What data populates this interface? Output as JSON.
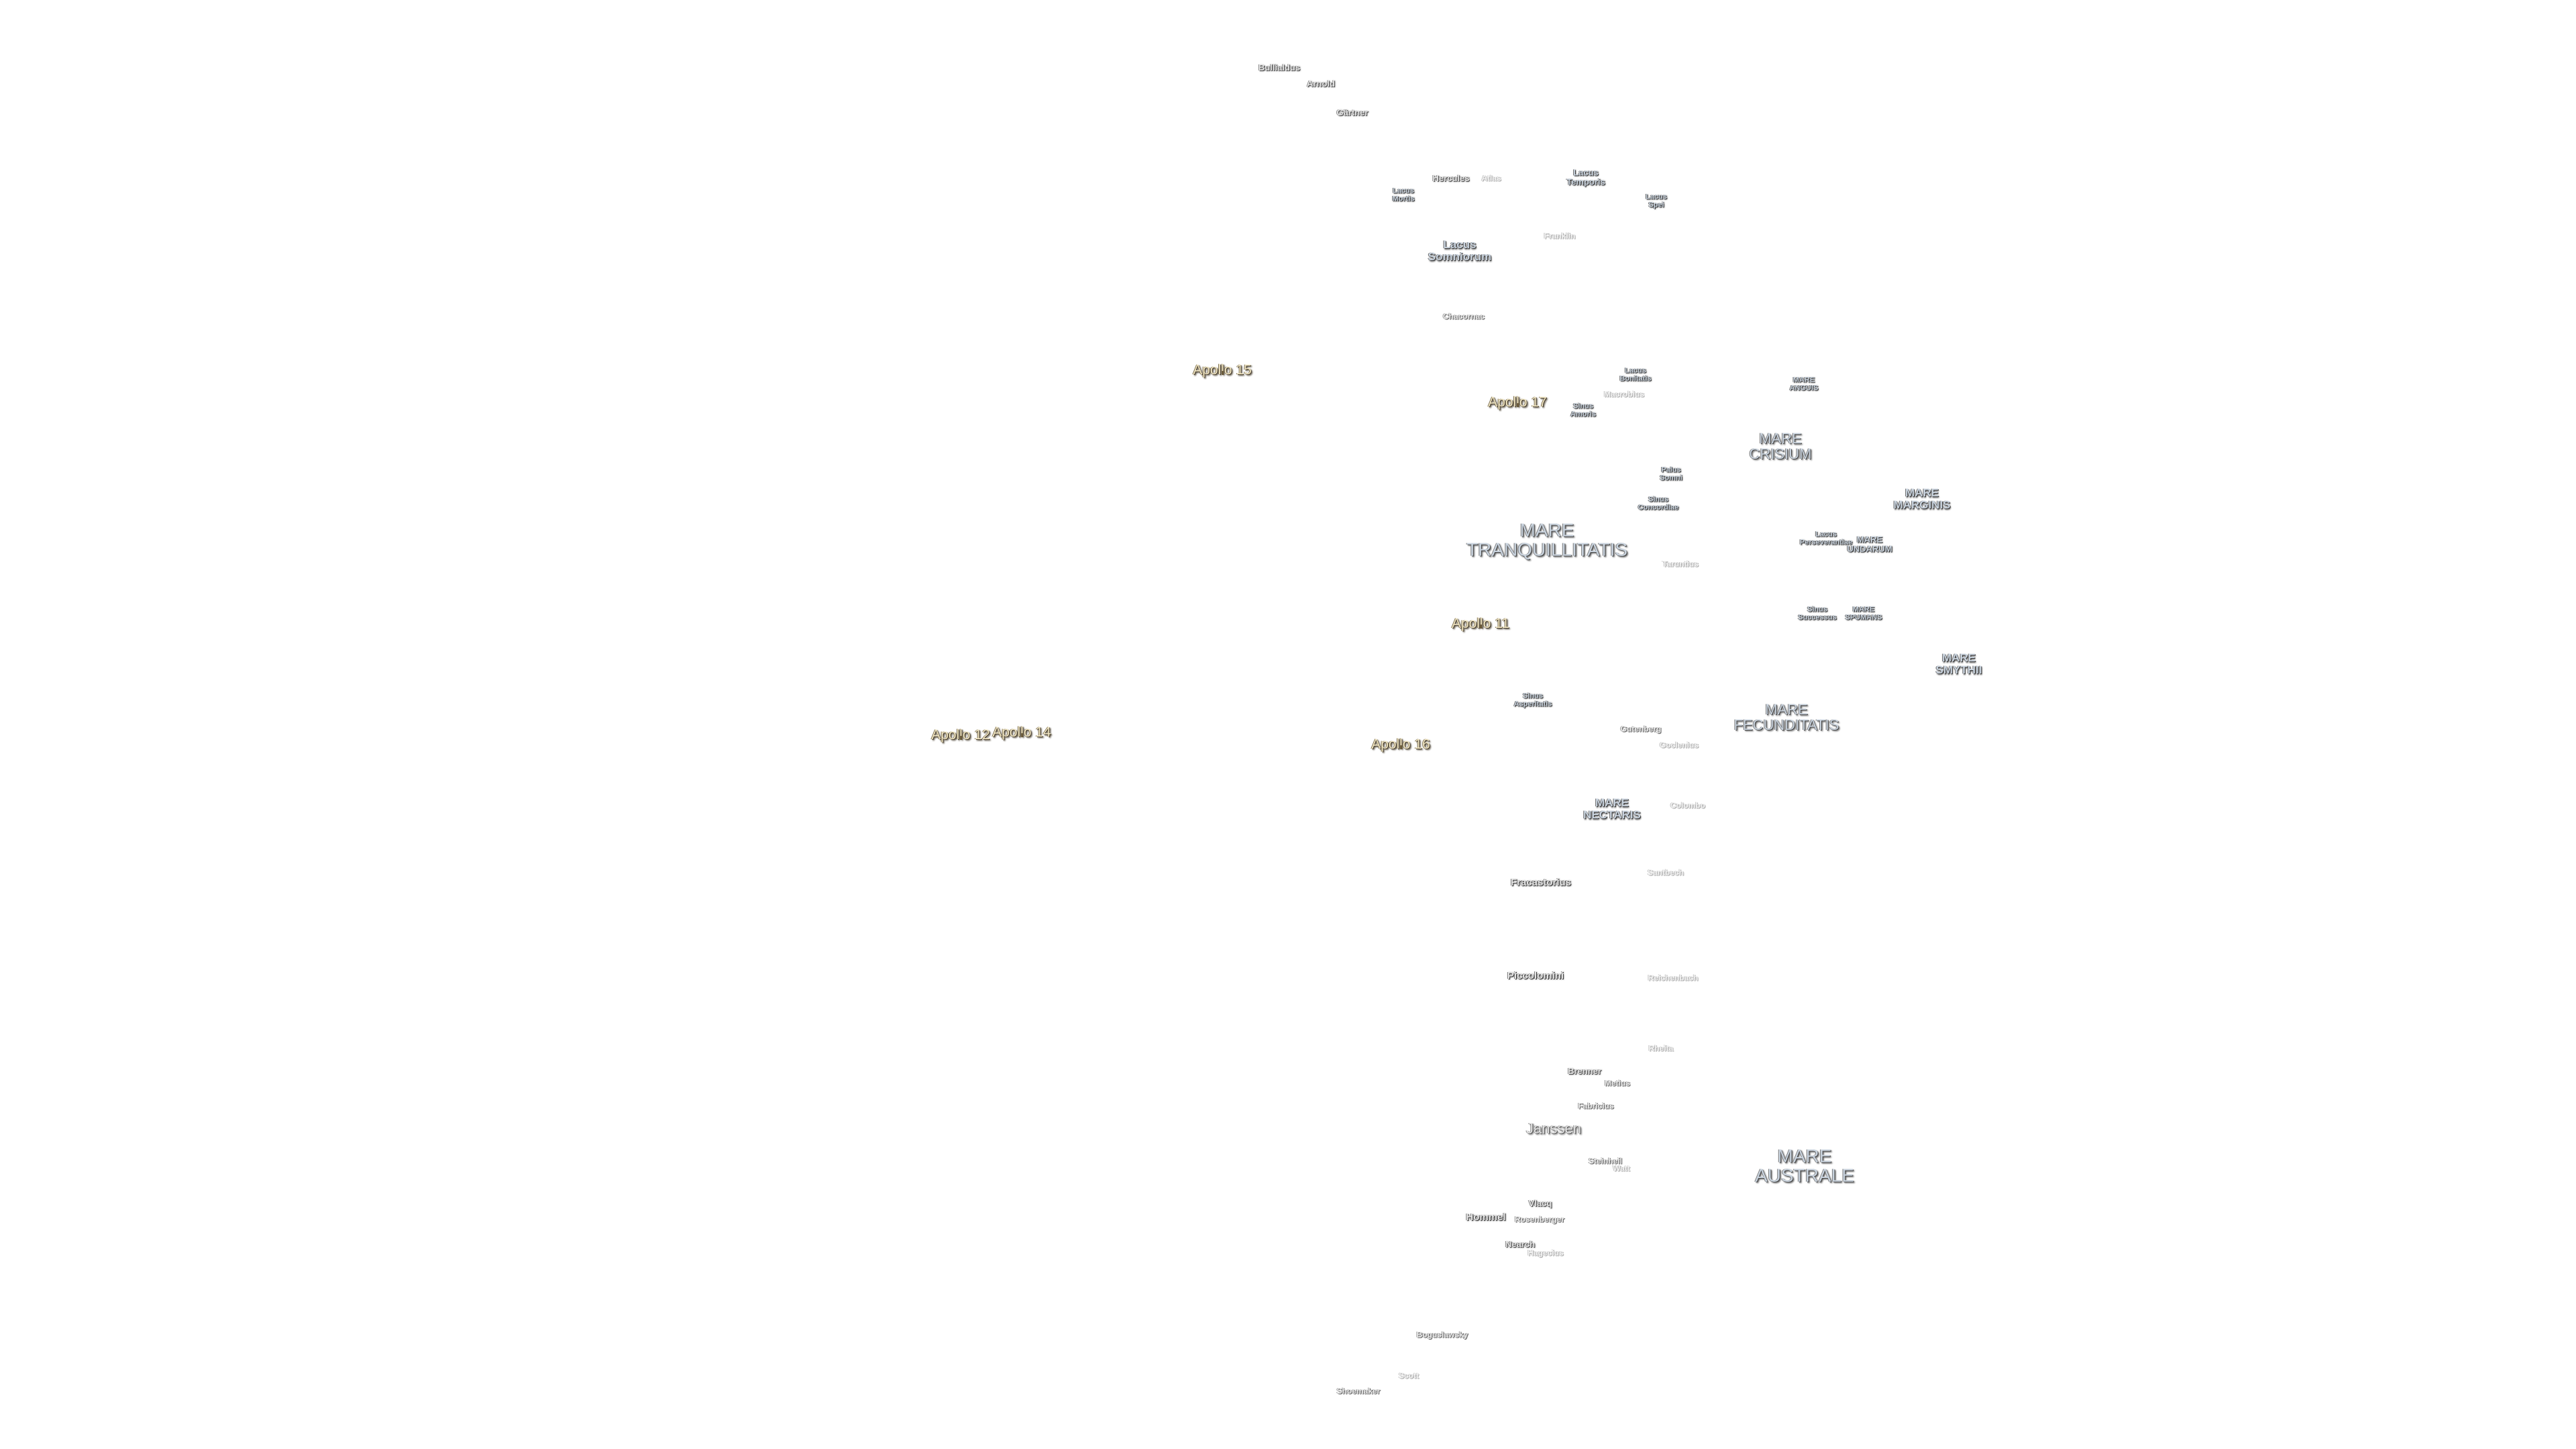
{
  "map": {
    "labels": [
      {
        "id": "bullialdus",
        "text": "Bullialdus",
        "cls": "crat-s"
      },
      {
        "id": "arnold",
        "text": "Arnold",
        "cls": "crat-s"
      },
      {
        "id": "gartner",
        "text": "Gärtner",
        "cls": "crat-s"
      },
      {
        "id": "hercules",
        "text": "Hercules",
        "cls": "crat-s"
      },
      {
        "id": "atlas",
        "text": "Atlas",
        "cls": "crat-faint"
      },
      {
        "id": "lacus-mortis",
        "text": "Lacus\nMortis",
        "cls": "mare-xs"
      },
      {
        "id": "lacus-temporis",
        "text": "Lacus\nTemporis",
        "cls": "mare-s"
      },
      {
        "id": "lacus-spei",
        "text": "Lacus\nSpei",
        "cls": "mare-xs"
      },
      {
        "id": "lacus-somniorum",
        "text": "Lacus\nSomniorum",
        "cls": "mare-m"
      },
      {
        "id": "franklin",
        "text": "Franklin",
        "cls": "crat-faint"
      },
      {
        "id": "chacornac",
        "text": "Chacornac",
        "cls": "crat-xs"
      },
      {
        "id": "apollo-15",
        "text": "Apollo 15",
        "cls": "apollo"
      },
      {
        "id": "lacus-bonitatis",
        "text": "Lacus\nBonitatis",
        "cls": "mare-xs"
      },
      {
        "id": "macrobius",
        "text": "Macrobius",
        "cls": "crat-faint"
      },
      {
        "id": "mare-anguis",
        "text": "MARE\nANGUIS",
        "cls": "mare-xs"
      },
      {
        "id": "apollo-17",
        "text": "Apollo 17",
        "cls": "apollo"
      },
      {
        "id": "sinus-amoris",
        "text": "Sinus\nAmoris",
        "cls": "mare-xs"
      },
      {
        "id": "mare-crisium",
        "text": "MARE\nCRISIUM",
        "cls": "mare-l"
      },
      {
        "id": "palus-somni",
        "text": "Palus\nSomni",
        "cls": "mare-xs"
      },
      {
        "id": "mare-marginis",
        "text": "MARE\nMARGINIS",
        "cls": "mare-m"
      },
      {
        "id": "sinus-concordiae",
        "text": "Sinus\nConcordiae",
        "cls": "mare-xs"
      },
      {
        "id": "mare-tranquillitatis",
        "text": "MARE\nTRANQUILLITATIS",
        "cls": "mare-xl"
      },
      {
        "id": "lacus-perseverantiae",
        "text": "Lacus\nPerseverantiae",
        "cls": "mare-xs"
      },
      {
        "id": "mare-undarum",
        "text": "MARE\nUNDARUM",
        "cls": "mare-s"
      },
      {
        "id": "taruntius",
        "text": "Taruntius",
        "cls": "crat-faint"
      },
      {
        "id": "sinus-successus",
        "text": "Sinus\nSuccessus",
        "cls": "mare-xs"
      },
      {
        "id": "mare-spumans",
        "text": "MARE\nSPUMANS",
        "cls": "mare-xs"
      },
      {
        "id": "apollo-11",
        "text": "Apollo 11",
        "cls": "apollo"
      },
      {
        "id": "mare-smythii",
        "text": "MARE\nSMYTHII",
        "cls": "mare-m"
      },
      {
        "id": "sinus-asperitatis",
        "text": "Sinus\nAsperitatis",
        "cls": "mare-xs"
      },
      {
        "id": "mare-fecunditatis",
        "text": "MARE\nFECUNDITATIS",
        "cls": "mare-l"
      },
      {
        "id": "apollo-12",
        "text": "Apollo 12",
        "cls": "apollo"
      },
      {
        "id": "apollo-14",
        "text": "Apollo 14",
        "cls": "apollo"
      },
      {
        "id": "gutenberg",
        "text": "Gutenberg",
        "cls": "crat-xs"
      },
      {
        "id": "apollo-16",
        "text": "Apollo 16",
        "cls": "apollo"
      },
      {
        "id": "goclenius",
        "text": "Goclenius",
        "cls": "crat-faint"
      },
      {
        "id": "mare-nectaris",
        "text": "MARE\nNECTARIS",
        "cls": "mare-m"
      },
      {
        "id": "colombo",
        "text": "Colombo",
        "cls": "crat-faint"
      },
      {
        "id": "santbech",
        "text": "Santbech",
        "cls": "crat-faint"
      },
      {
        "id": "fracastorius",
        "text": "Fracastorius",
        "cls": "crat-m"
      },
      {
        "id": "piccolomini",
        "text": "Piccolomini",
        "cls": "crat-m"
      },
      {
        "id": "reichenbach",
        "text": "Reichenbach",
        "cls": "crat-faint"
      },
      {
        "id": "rheita",
        "text": "Rheita",
        "cls": "crat-faint"
      },
      {
        "id": "brenner",
        "text": "Brenner",
        "cls": "crat-s"
      },
      {
        "id": "metius",
        "text": "Metius",
        "cls": "crat-xs"
      },
      {
        "id": "fabricius",
        "text": "Fabricius",
        "cls": "crat-xs"
      },
      {
        "id": "janssen",
        "text": "Janssen",
        "cls": "crat-l"
      },
      {
        "id": "mare-australe",
        "text": "MARE\nAUSTRALE",
        "cls": "mare-xl"
      },
      {
        "id": "steinheil",
        "text": "Steinheil",
        "cls": "crat-xs"
      },
      {
        "id": "watt",
        "text": "Watt",
        "cls": "crat-faint"
      },
      {
        "id": "vlacq",
        "text": "Vlacq",
        "cls": "crat-s"
      },
      {
        "id": "hommel",
        "text": "Hommel",
        "cls": "crat-m"
      },
      {
        "id": "rosenberger",
        "text": "Rosenberger",
        "cls": "crat-xs"
      },
      {
        "id": "nearch",
        "text": "Nearch",
        "cls": "crat-s"
      },
      {
        "id": "hagecius",
        "text": "Hagecius",
        "cls": "crat-faint"
      },
      {
        "id": "boguslawsky",
        "text": "Boguslawsky",
        "cls": "crat-xs"
      },
      {
        "id": "scott",
        "text": "Scott",
        "cls": "crat-faint"
      },
      {
        "id": "shoemaker",
        "text": "Shoemaker",
        "cls": "crat-xs"
      }
    ]
  }
}
